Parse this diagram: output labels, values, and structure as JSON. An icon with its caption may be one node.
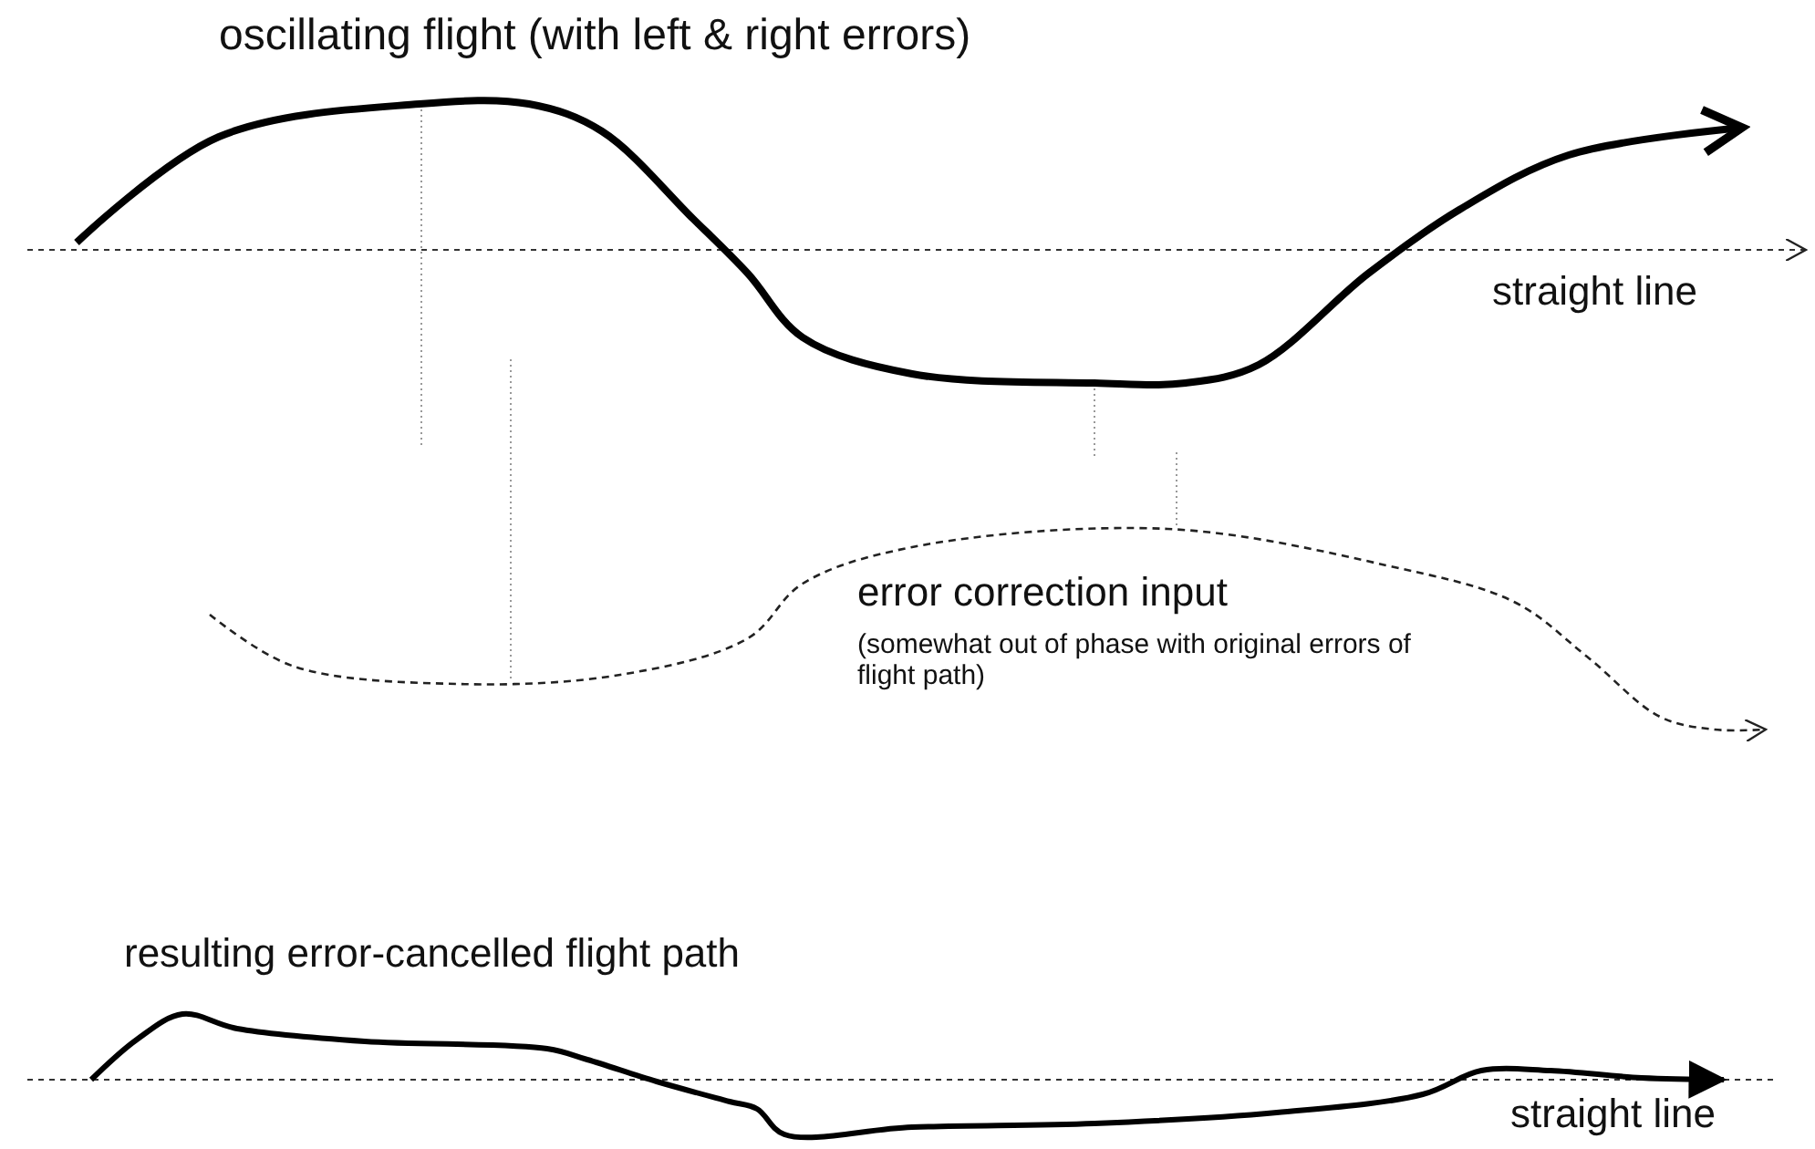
{
  "diagram": {
    "labels": [
      "oscillating flight (with left & right errors)",
      "straight line",
      "error correction input",
      "(somewhat out of phase with original errors of flight path)",
      "resulting error-cancelled flight path",
      "straight line"
    ]
  }
}
